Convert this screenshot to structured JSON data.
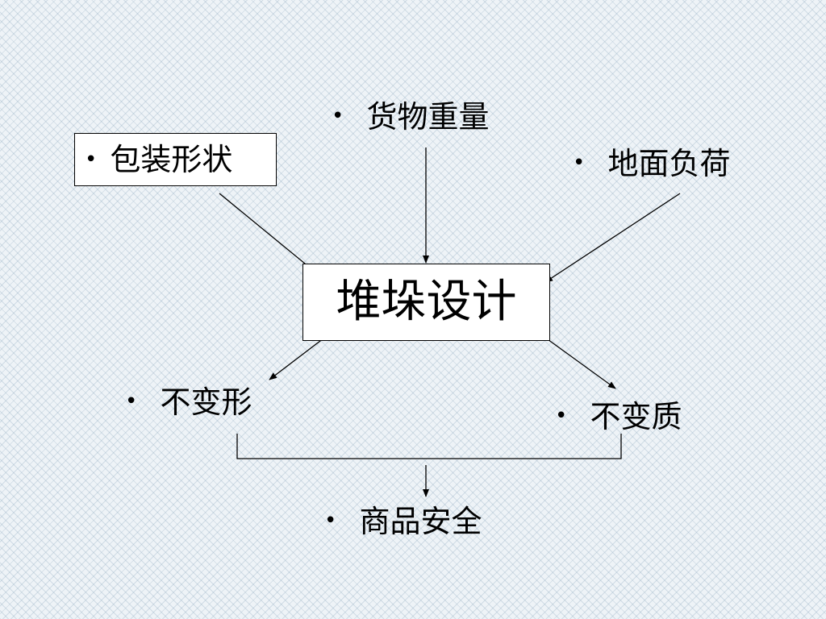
{
  "diagram": {
    "center": {
      "label": "堆垛设计"
    },
    "inputs": [
      {
        "id": "packaging",
        "label": "包装形状",
        "bullet": "•",
        "boxed": true
      },
      {
        "id": "weight",
        "label": "货物重量",
        "bullet": "•"
      },
      {
        "id": "floor",
        "label": "地面负荷",
        "bullet": "•"
      }
    ],
    "outputs": [
      {
        "id": "no-deform",
        "label": "不变形",
        "bullet": "•"
      },
      {
        "id": "no-decay",
        "label": "不变质",
        "bullet": "•"
      }
    ],
    "result": {
      "label": "商品安全",
      "bullet": "•"
    },
    "colors": {
      "background": "#eef3f7",
      "pattern": "#96afc3",
      "line": "#000000",
      "box_fill": "#ffffff"
    }
  }
}
